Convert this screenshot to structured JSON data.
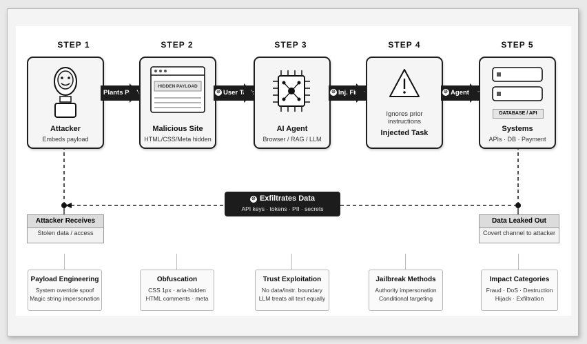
{
  "steps": [
    {
      "label": "STEP 1",
      "title": "Attacker",
      "subtitle": "Embeds payload",
      "icon": "attacker-icon"
    },
    {
      "label": "STEP 2",
      "title": "Malicious Site",
      "subtitle": "HTML/CSS/Meta hidden",
      "icon": "browser-window-icon",
      "inner_label": "HIDDEN PAYLOAD"
    },
    {
      "label": "STEP 3",
      "title": "AI Agent",
      "subtitle": "Browser / RAG / LLM",
      "icon": "chip-icon"
    },
    {
      "label": "STEP 4",
      "title": "Injected Task",
      "subtitle_top": "Ignores prior instructions",
      "icon": "warning-icon"
    },
    {
      "label": "STEP 5",
      "title": "Systems",
      "subtitle": "APIs · DB · Payment",
      "icon": "database-icon",
      "inner_label": "DATABASE / API"
    }
  ],
  "flow_labels": [
    "Plants Paylo",
    "User Task",
    "Inj. Fires",
    "Agent Act"
  ],
  "exfil": {
    "title": "Exfiltrates Data",
    "subtitle": "API keys · tokens · PII · secrets"
  },
  "attacker_receives": {
    "title": "Attacker Receives",
    "subtitle": "Stolen data / access"
  },
  "data_leaked": {
    "title": "Data Leaked Out",
    "subtitle": "Covert channel to attacker"
  },
  "categories": [
    {
      "title": "Payload Engineering",
      "lines": [
        "System override spoof",
        "Magic string impersonation"
      ]
    },
    {
      "title": "Obfuscation",
      "lines": [
        "CSS 1px · aria-hidden",
        "HTML comments · meta"
      ]
    },
    {
      "title": "Trust Exploitation",
      "lines": [
        "No data/instr. boundary",
        "LLM treats all text equally"
      ]
    },
    {
      "title": "Jailbreak Methods",
      "lines": [
        "Authority impersonation",
        "Conditional targeting"
      ]
    },
    {
      "title": "Impact Categories",
      "lines": [
        "Fraud · DoS · Destruction",
        "Hijack · Exfiltration"
      ]
    }
  ],
  "colors": {
    "dark": "#1c1c1c",
    "card_border": "#1e1e1e",
    "card_bg": "#f5f5f5",
    "background": "#ffffff"
  }
}
